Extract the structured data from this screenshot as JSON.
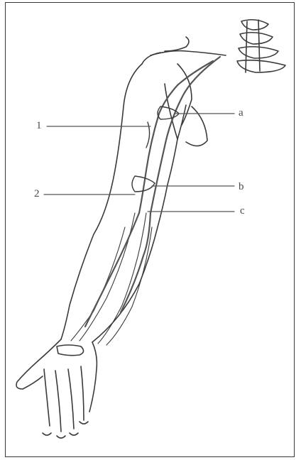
{
  "labels": {
    "left_upper": "1",
    "left_lower": "2",
    "right_a": "a",
    "right_b": "b",
    "right_c": "c"
  },
  "colors": {
    "line": "#3a3a3a",
    "vessel": "#555555",
    "background": "#ffffff"
  }
}
